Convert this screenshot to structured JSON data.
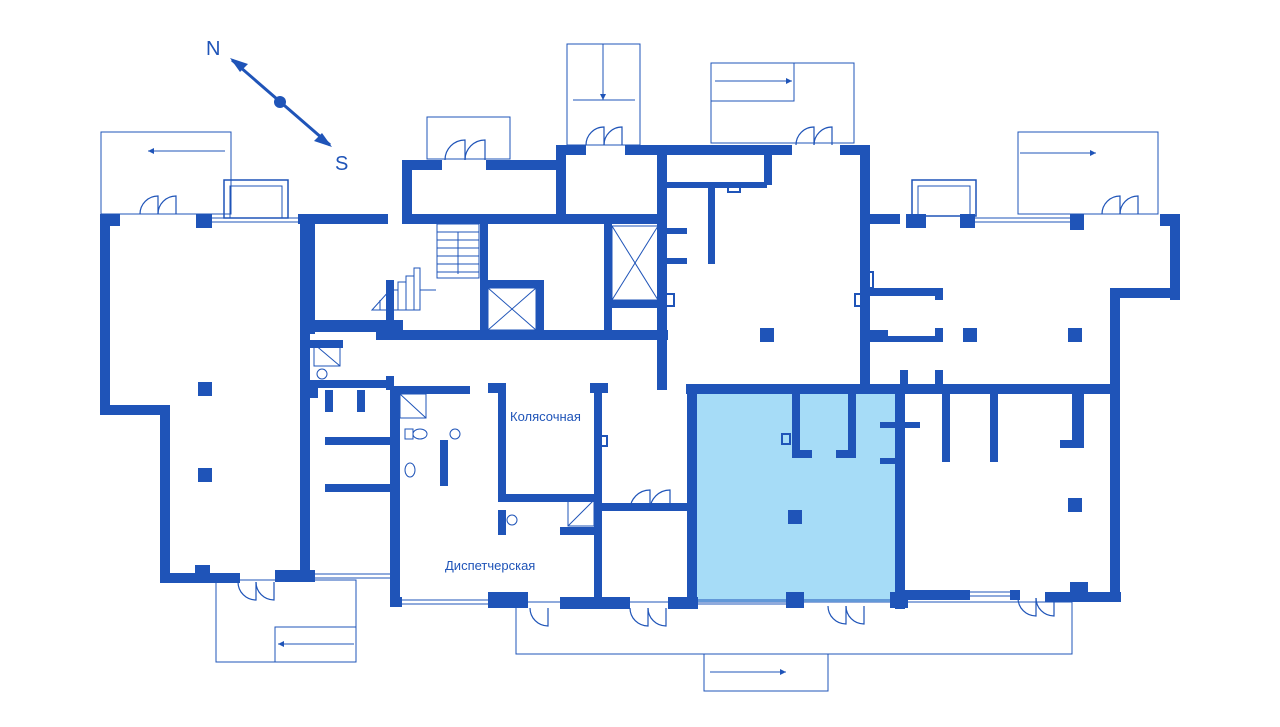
{
  "compass": {
    "north": "N",
    "south": "S"
  },
  "rooms": {
    "stroller_room": "Колясочная",
    "dispatch_room": "Диспетчерская"
  },
  "colors": {
    "wall": "#1f54b8",
    "selected_unit": "#a6dcf7",
    "background": "#ffffff"
  },
  "icons": [
    "compass-arrow-icon",
    "door-swing-icon",
    "stairs-icon",
    "shaft-cross-icon",
    "toilet-icon",
    "sink-icon",
    "shower-icon",
    "column-icon"
  ]
}
